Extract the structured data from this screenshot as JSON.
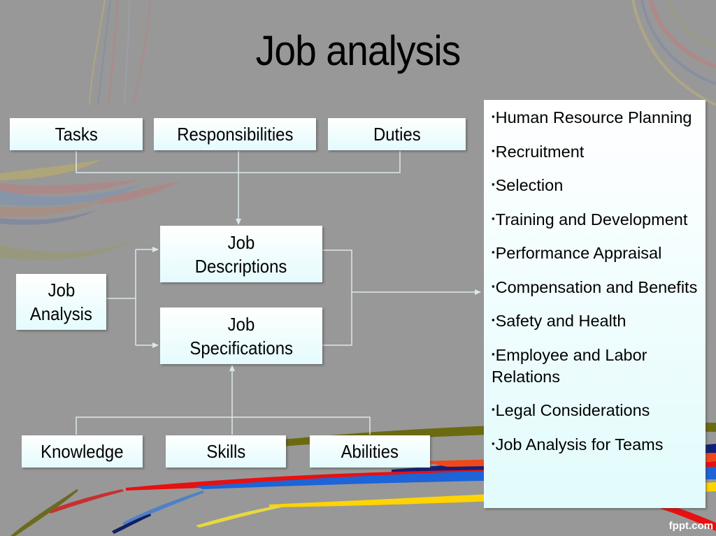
{
  "slide": {
    "title": "Job analysis",
    "background_color": "#989898",
    "box_fill": "#e8fcfd",
    "connector_color": "#dce8ea"
  },
  "diagram": {
    "top_row": [
      {
        "id": "tasks",
        "label": "Tasks"
      },
      {
        "id": "responsibilities",
        "label": "Responsibilities"
      },
      {
        "id": "duties",
        "label": "Duties"
      }
    ],
    "source": {
      "id": "job-analysis",
      "label": "Job\nAnalysis",
      "lines": [
        "Job",
        "Analysis"
      ]
    },
    "outputs": [
      {
        "id": "job-descriptions",
        "lines": [
          "Job",
          "Descriptions"
        ]
      },
      {
        "id": "job-specifications",
        "lines": [
          "Job",
          "Specifications"
        ]
      }
    ],
    "bottom_row": [
      {
        "id": "knowledge",
        "label": "Knowledge"
      },
      {
        "id": "skills",
        "label": "Skills"
      },
      {
        "id": "abilities",
        "label": "Abilities"
      }
    ],
    "edges": [
      {
        "from": [
          "tasks",
          "responsibilities",
          "duties"
        ],
        "to": "job-descriptions"
      },
      {
        "from": "job-analysis",
        "to": [
          "job-descriptions",
          "job-specifications"
        ]
      },
      {
        "from": [
          "knowledge",
          "skills",
          "abilities"
        ],
        "to": "job-specifications"
      },
      {
        "from": [
          "job-descriptions",
          "job-specifications"
        ],
        "to": "uses-panel"
      }
    ]
  },
  "uses_panel": {
    "bullet_glyph": "▪",
    "items": [
      "Human Resource Planning",
      "Recruitment",
      "Selection",
      "Training and Development",
      "Performance Appraisal",
      "Compensation and Benefits",
      "Safety and Health",
      "Employee and Labor Relations",
      "Legal Considerations",
      "Job Analysis for Teams"
    ]
  },
  "footer": {
    "watermark": "fppt.com"
  }
}
